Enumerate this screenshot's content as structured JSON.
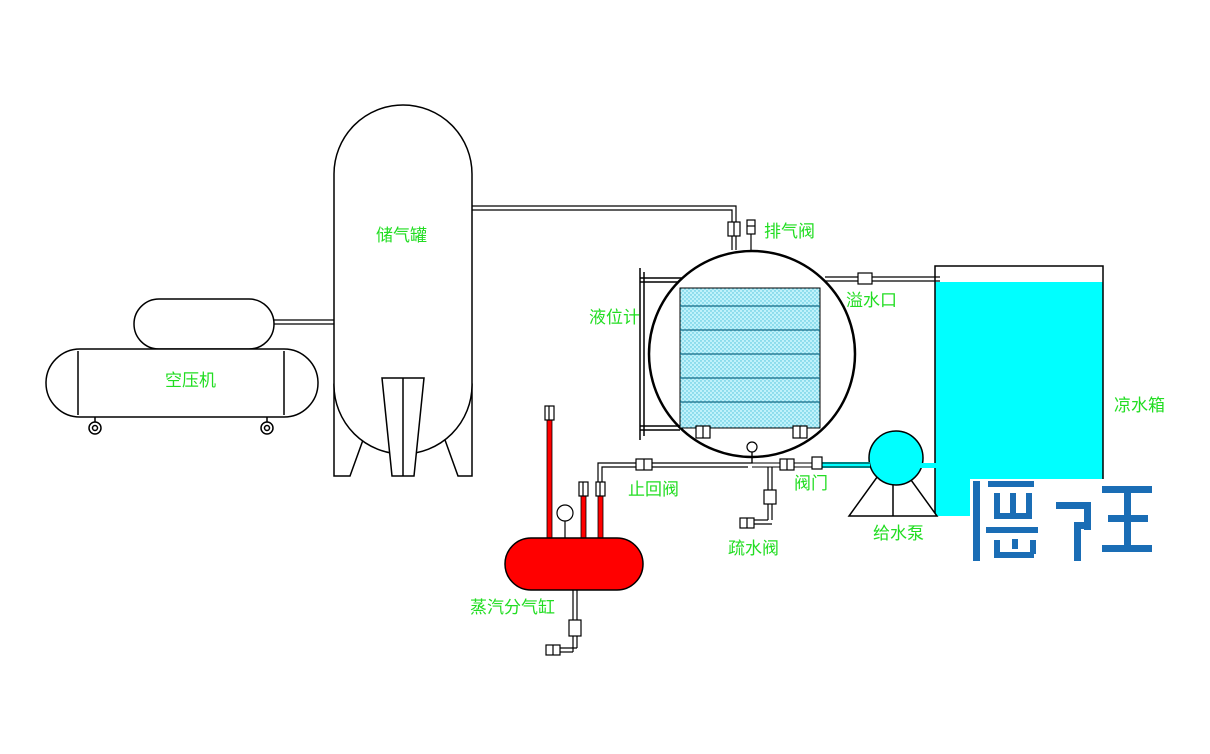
{
  "colors": {
    "label": "#22dd22",
    "outline": "#000000",
    "steam_header": "#ff0000",
    "water": "#00ffff",
    "logo": "#1a6db5"
  },
  "labels": {
    "air_compressor": "空压机",
    "air_tank": "储气罐",
    "exhaust_valve": "排气阀",
    "overflow_port": "溢水口",
    "level_gauge": "液位计",
    "cold_water_tank": "凉水箱",
    "check_valve": "止回阀",
    "valve": "阀门",
    "drain_valve": "疏水阀",
    "feed_pump": "给水泵",
    "steam_header": "蒸汽分气缸"
  },
  "icons": {
    "logo": "company-logo-icon"
  }
}
